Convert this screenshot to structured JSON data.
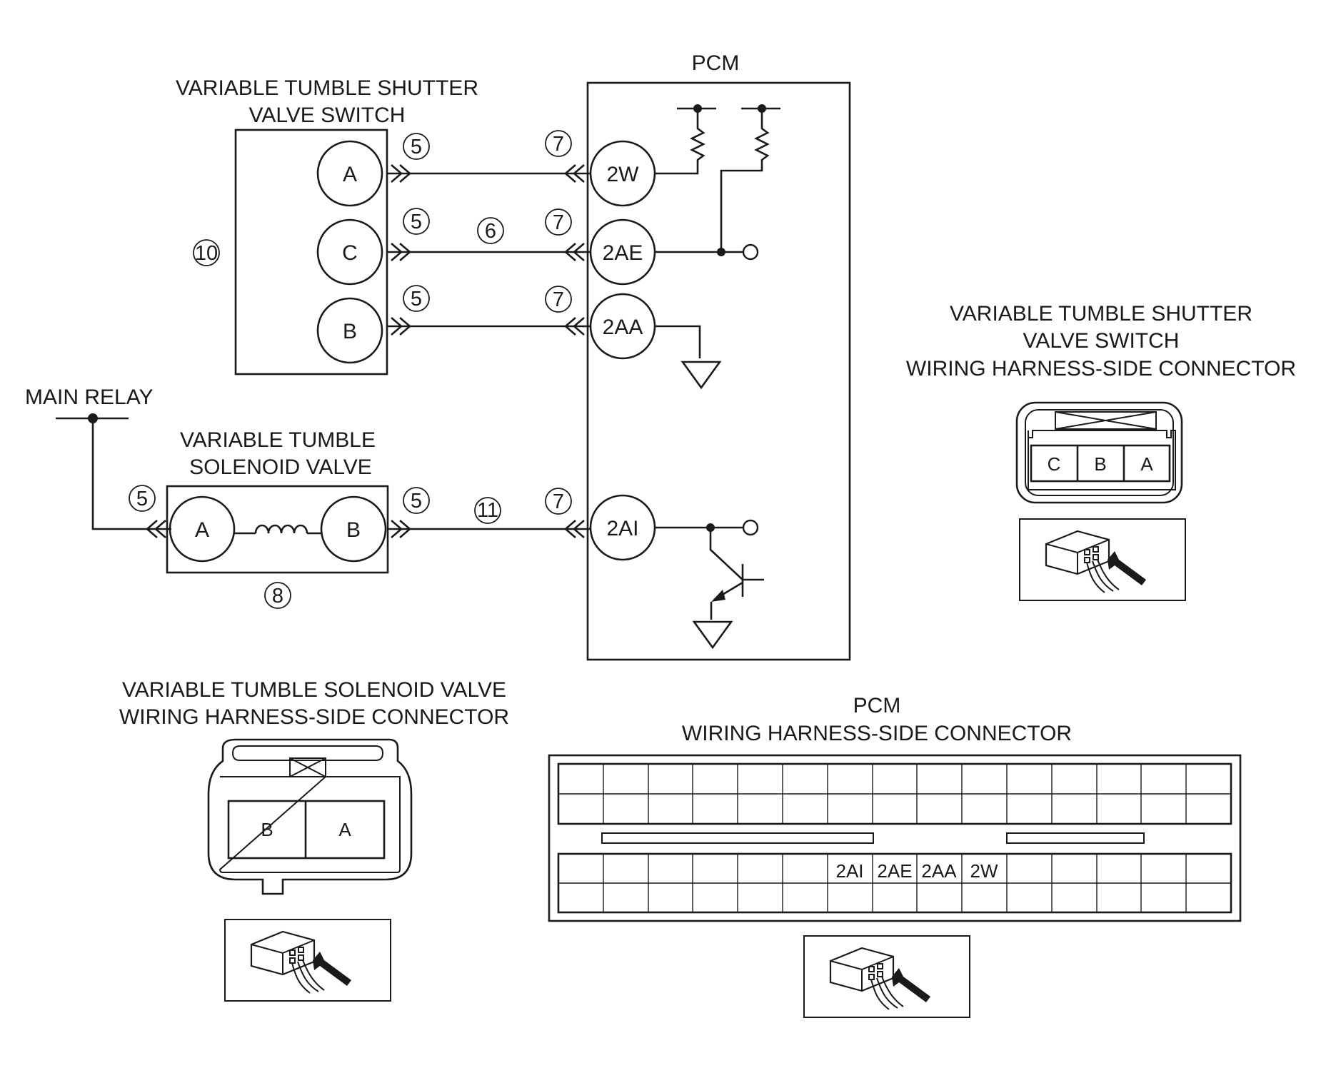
{
  "labels": {
    "pcm": "PCM",
    "shutter_switch_line1": "VARIABLE TUMBLE SHUTTER",
    "shutter_switch_line2": "VALVE SWITCH",
    "main_relay": "MAIN RELAY",
    "solenoid_line1": "VARIABLE TUMBLE",
    "solenoid_line2": "SOLENOID VALVE",
    "switch_connector_line1": "VARIABLE TUMBLE SHUTTER",
    "switch_connector_line2": "VALVE SWITCH",
    "switch_connector_line3": "WIRING HARNESS-SIDE CONNECTOR",
    "solenoid_connector_line1": "VARIABLE TUMBLE SOLENOID VALVE",
    "solenoid_connector_line2": "WIRING HARNESS-SIDE CONNECTOR",
    "pcm_connector_line1": "PCM",
    "pcm_connector_line2": "WIRING HARNESS-SIDE CONNECTOR"
  },
  "switch_pins": [
    "A",
    "C",
    "B"
  ],
  "pcm_pins": [
    "2W",
    "2AE",
    "2AA",
    "2AI"
  ],
  "solenoid_pins": [
    "A",
    "B"
  ],
  "callouts": {
    "switch_connector": "5",
    "pcm_connector": "7",
    "wire_c_2ae": "6",
    "solenoid_connector": "5",
    "solenoid_unit": "8",
    "switch_unit": "10",
    "wire_solenoid_pcm": "11"
  },
  "switch_connector_cells": [
    "C",
    "B",
    "A"
  ],
  "solenoid_connector_cells": [
    "B",
    "A"
  ],
  "pcm_connector_cells": [
    "2AI",
    "2AE",
    "2AA",
    "2W"
  ]
}
